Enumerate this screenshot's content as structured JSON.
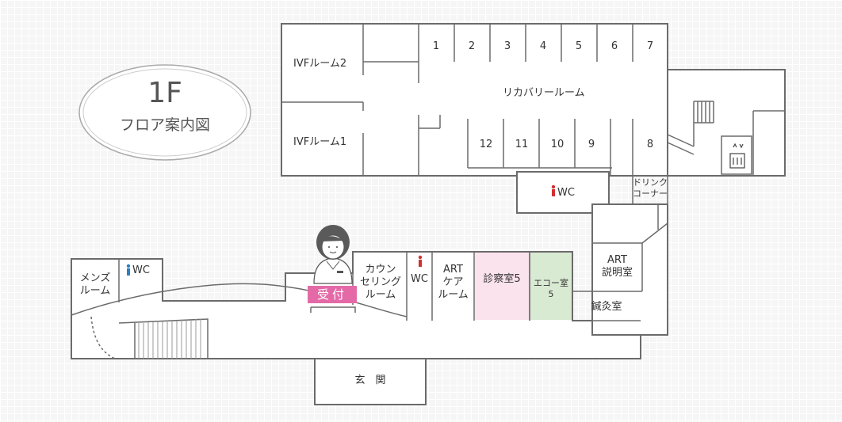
{
  "floor_badge": {
    "floor": "1F",
    "title": "フロア案内図"
  },
  "rooms": {
    "ivf2": "IVFルーム2",
    "ivf1": "IVFルーム1",
    "recovery": "リカバリールーム",
    "beds_top": [
      "1",
      "2",
      "3",
      "4",
      "5",
      "6",
      "7"
    ],
    "beds_bottom": [
      "12",
      "11",
      "10",
      "9"
    ],
    "bed_8": "8",
    "drink_corner": [
      "ドリンク",
      "コーナー"
    ],
    "wc": "WC",
    "mens_room": [
      "メンズ",
      "ルーム"
    ],
    "counseling": [
      "カウン",
      "セリング",
      "ルーム"
    ],
    "art_care": [
      "ART",
      "ケア",
      "ルーム"
    ],
    "exam5": "診察室5",
    "echo5": [
      "エコー室",
      "5"
    ],
    "art_explain": [
      "ART",
      "説明室"
    ],
    "acupuncture": "鍼灸室",
    "entrance": "玄　関",
    "reception": "受付"
  },
  "colors": {
    "wall": "#6b6b6b",
    "exam5_fill": "#fbe3ee",
    "echo5_fill": "#d9ead3",
    "reception_fill": "#e46aa7",
    "wc_female": "#d32f2f",
    "wc_male": "#2a7fc1"
  }
}
